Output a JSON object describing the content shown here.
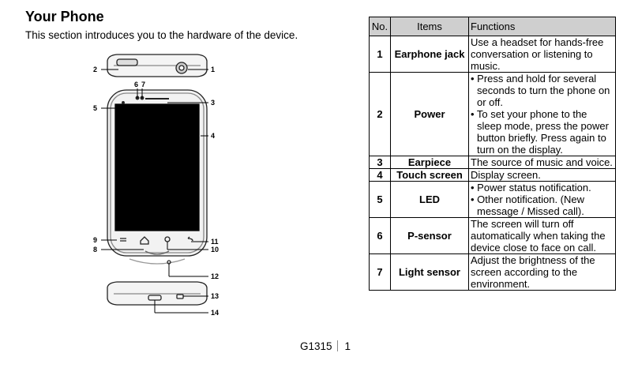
{
  "header": {
    "title": "Your Phone",
    "subtitle": "This section introduces you to the hardware of the device."
  },
  "diagram": {
    "callouts": [
      "1",
      "2",
      "3",
      "4",
      "5",
      "6",
      "7",
      "8",
      "9",
      "10",
      "11",
      "12",
      "13",
      "14"
    ]
  },
  "table": {
    "headers": {
      "no": "No.",
      "items": "Items",
      "functions": "Functions"
    },
    "rows": [
      {
        "no": "1",
        "item": "Earphone jack",
        "lines": [
          "Use a headset for hands-free conversation or listening to music."
        ]
      },
      {
        "no": "2",
        "item": "Power",
        "lines": [
          "• Press and hold for several seconds to turn the phone on or off.",
          "• To set your phone to the sleep mode, press the power button briefly. Press again to turn on the display."
        ]
      },
      {
        "no": "3",
        "item": "Earpiece",
        "lines": [
          "The source of music and voice."
        ]
      },
      {
        "no": "4",
        "item": "Touch screen",
        "lines": [
          "Display screen."
        ]
      },
      {
        "no": "5",
        "item": "LED",
        "lines": [
          "• Power status notification.",
          "• Other notification. (New message / Missed call)."
        ]
      },
      {
        "no": "6",
        "item": "P-sensor",
        "lines": [
          "The screen will turn off automatically when taking the device close to face on call."
        ]
      },
      {
        "no": "7",
        "item": "Light sensor",
        "lines": [
          "Adjust the brightness of the screen according to the environment."
        ]
      }
    ]
  },
  "footer": {
    "model": "G1315",
    "page": "1"
  }
}
